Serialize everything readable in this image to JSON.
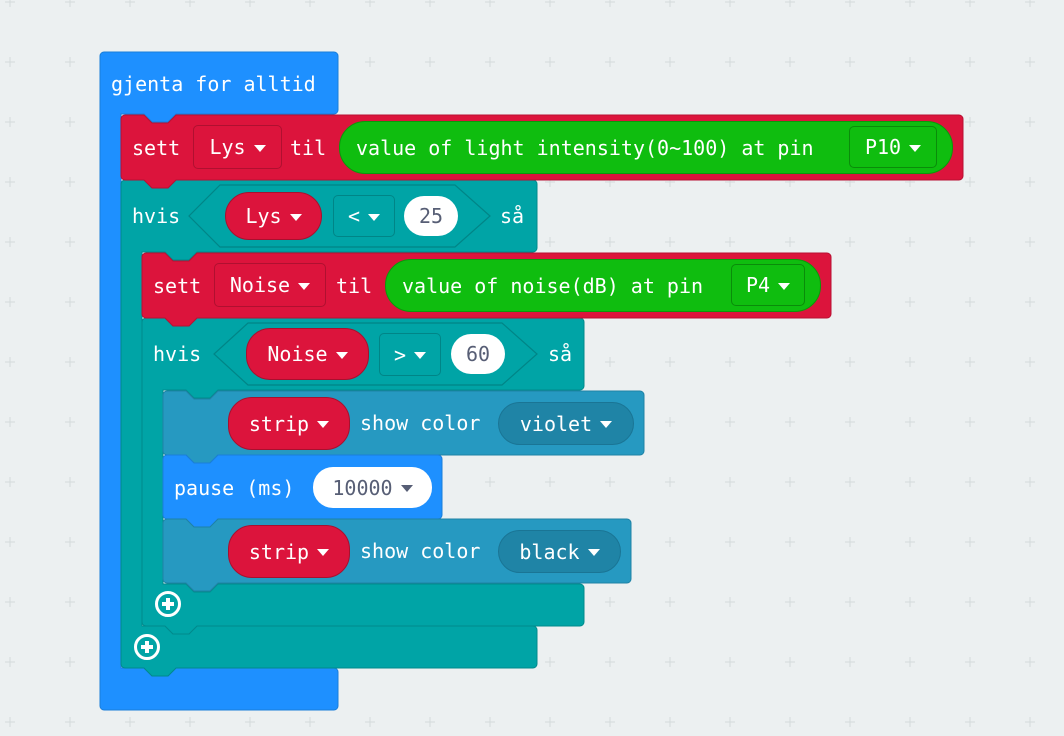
{
  "colors": {
    "workspace_bg": "#ecf0f1",
    "grid_cross": "#d4dadc",
    "loops": "#1e90ff",
    "variables": "#dc143c",
    "logic": "#00a4a6",
    "sensor": "#0fbd0f",
    "neopixel": "#2699c1",
    "basic": "#1e90ff"
  },
  "forever": {
    "label": "gjenta for alltid"
  },
  "set_lys": {
    "set_label": "sett",
    "variable": "Lys",
    "to_label": "til",
    "reporter": {
      "label": "value of light intensity(0~100) at pin",
      "pin": "P10"
    }
  },
  "if_lys": {
    "if_label": "hvis",
    "left_var": "Lys",
    "operator": "<",
    "value": "25",
    "then_label": "så"
  },
  "set_noise": {
    "set_label": "sett",
    "variable": "Noise",
    "to_label": "til",
    "reporter": {
      "label": "value of noise(dB) at pin",
      "pin": "P4"
    }
  },
  "if_noise": {
    "if_label": "hvis",
    "left_var": "Noise",
    "operator": ">",
    "value": "60",
    "then_label": "så"
  },
  "strip_violet": {
    "strip_var": "strip",
    "label": "show color",
    "color": "violet"
  },
  "pause": {
    "label": "pause (ms)",
    "value": "10000"
  },
  "strip_black": {
    "strip_var": "strip",
    "label": "show color",
    "color": "black"
  },
  "icons": {
    "dropdown": "caret-down",
    "add": "plus-circle"
  }
}
